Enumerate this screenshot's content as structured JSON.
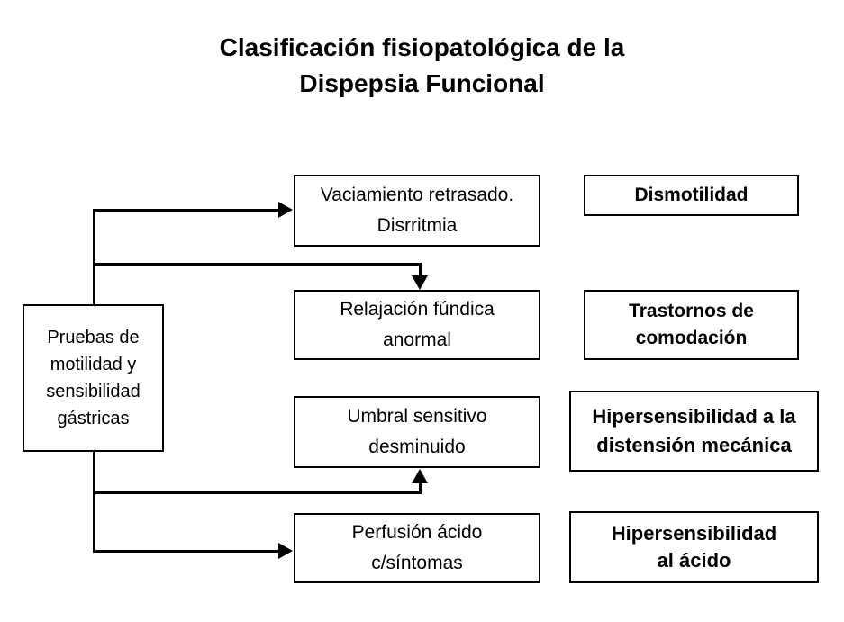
{
  "title": {
    "line1": "Clasificación fisiopatológica de la",
    "line2": "Dispepsia Funcional"
  },
  "source_node": {
    "line1": "Pruebas de",
    "line2": "motilidad y",
    "line3": "sensibilidad",
    "line4": "gástricas"
  },
  "findings": [
    {
      "line1": "Vaciamiento retrasado.",
      "line2": "Disrritmia"
    },
    {
      "line1": "Relajación fúndica",
      "line2": "anormal"
    },
    {
      "line1": "Umbral sensitivo",
      "line2": "desminuido"
    },
    {
      "line1": "Perfusión ácido",
      "line2": "c/síntomas"
    }
  ],
  "classifications": [
    {
      "line1": "Dismotilidad",
      "line2": ""
    },
    {
      "line1": "Trastornos de",
      "line2": "comodación"
    },
    {
      "line1": "Hipersensibilidad a la",
      "line2": "distensión mecánica"
    },
    {
      "line1": "Hipersensibilidad",
      "line2": "al ácido"
    }
  ],
  "colors": {
    "background": "#ffffff",
    "stroke": "#000000",
    "text": "#000000"
  }
}
